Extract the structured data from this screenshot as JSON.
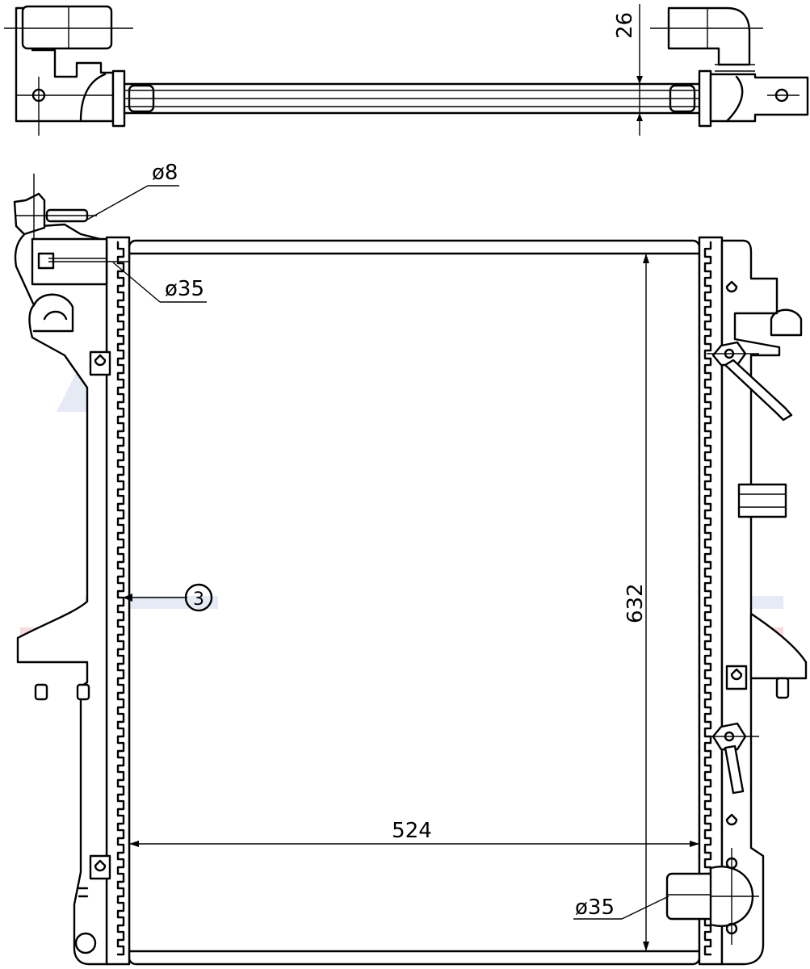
{
  "drawing": {
    "dimensions": {
      "top_depth": "26",
      "filler_neck_diameter": "ø8",
      "inlet_diameter": "ø35",
      "core_height": "632",
      "core_width": "524",
      "outlet_diameter": "ø35"
    },
    "callouts": {
      "part_ref": "3"
    },
    "colors": {
      "line": "#000000",
      "background": "#ffffff",
      "watermark_blue": "#5b7fb8",
      "watermark_red": "#d8475a"
    }
  }
}
